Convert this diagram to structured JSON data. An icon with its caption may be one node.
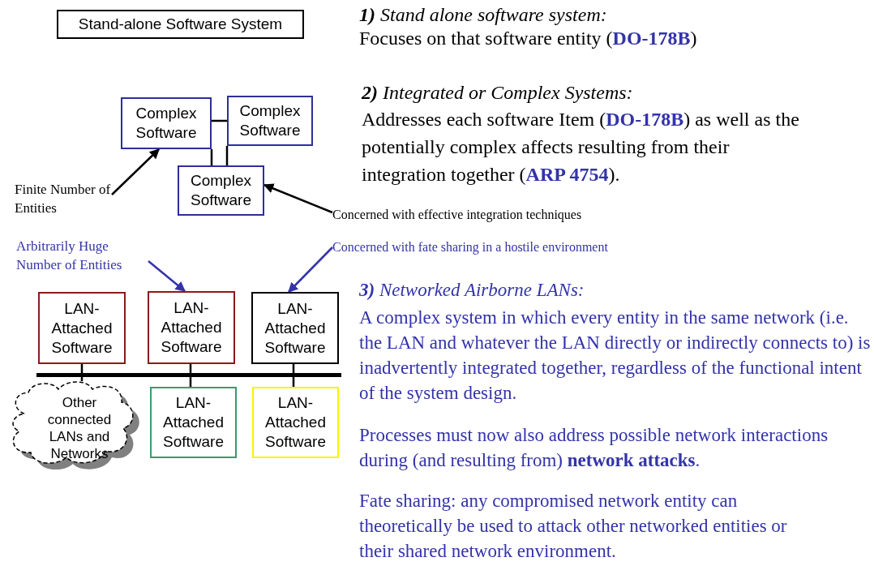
{
  "diagram": {
    "nodes": [
      {
        "text": [
          "Stand-alone Software System"
        ]
      },
      {
        "text": [
          "Complex Software"
        ]
      },
      {
        "text": [
          "Complex Software"
        ]
      },
      {
        "text": [
          "Complex Software"
        ]
      },
      {
        "text": [
          "Finite Number of Entities"
        ]
      },
      {
        "text": [
          "Concerned with effective integration techniques"
        ]
      },
      {
        "text": [
          "Arbitrarily Huge Number of Entities"
        ]
      },
      {
        "text": [
          "Concerned with fate sharing in a hostile environment"
        ]
      },
      {
        "text": [
          "LAN-Attached Software"
        ]
      },
      {
        "text": [
          "LAN-Attached Software"
        ]
      },
      {
        "text": [
          "LAN-Attached Software"
        ]
      },
      {
        "text": [],
        "shape": "bar"
      },
      {
        "text": [
          "Other connected LANs and Networks"
        ]
      },
      {
        "text": [
          "LAN-Attached Software"
        ]
      },
      {
        "text": [
          "LAN-Attached Software"
        ]
      }
    ],
    "edges": [
      {
        "from": 1,
        "to": 2,
        "arrow": "none"
      },
      {
        "from": 1,
        "to": 3,
        "arrow": "none"
      },
      {
        "from": 2,
        "to": 3,
        "arrow": "none"
      },
      {
        "from": 4,
        "to": 1,
        "arrow": "to"
      },
      {
        "from": 5,
        "to": 3,
        "arrow": "to"
      },
      {
        "from": 6,
        "to": 9,
        "arrow": "to",
        "color": "#3333aa"
      },
      {
        "from": 7,
        "to": 10,
        "arrow": "to",
        "color": "#3333aa"
      },
      {
        "from": 8,
        "to": 11,
        "arrow": "none"
      },
      {
        "from": 9,
        "to": 11,
        "arrow": "none"
      },
      {
        "from": 10,
        "to": 11,
        "arrow": "none"
      },
      {
        "from": 12,
        "to": 11,
        "arrow": "none"
      },
      {
        "from": 13,
        "to": 11,
        "arrow": "none"
      },
      {
        "from": 14,
        "to": 11,
        "arrow": "none"
      }
    ],
    "labels": [
      "**1)** Stand alone software system:",
      "Focuses on that software entity (**DO-178B**)",
      "**2)** Integrated or Complex Systems:",
      "Addresses each software Item (**DO-178B**) as well as the potentially complex affects resulting from their integration together (**ARP 4754**).",
      "**3)** Networked Airborne LANs:",
      "A complex system in which every entity in the same network (i.e. the LAN and whatever the LAN directly or indirectly connects to) is inadvertently integrated together, regardless of the functional intent of the system design.",
      "Processes must now also address possible network interactions during (and resulting from) **network attacks**.",
      "Fate sharing: any compromised network entity can theoretically be used to attack other networked entities or their shared network environment."
    ]
  }
}
